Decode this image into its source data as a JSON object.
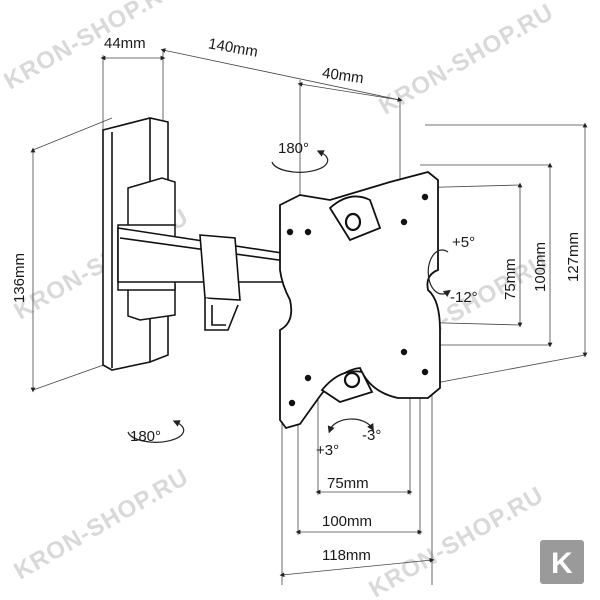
{
  "watermark": "KRON-SHOP.RU",
  "logo": {
    "letter": "K",
    "color": "#9a9a9a"
  },
  "dimensions": {
    "wall_depth": "44mm",
    "arm_length": "140mm",
    "plate_depth": "40mm",
    "wall_height": "136mm",
    "vesa_v_small": "75mm",
    "vesa_v_large": "100mm",
    "plate_height": "127mm",
    "vesa_h_small": "75mm",
    "vesa_h_large": "100mm",
    "plate_width": "118mm"
  },
  "angles": {
    "swivel_top": "180°",
    "swivel_bottom": "180°",
    "tilt_up": "+5°",
    "tilt_down": "-12°",
    "rotate_plus": "+3°",
    "rotate_minus": "-3°"
  }
}
